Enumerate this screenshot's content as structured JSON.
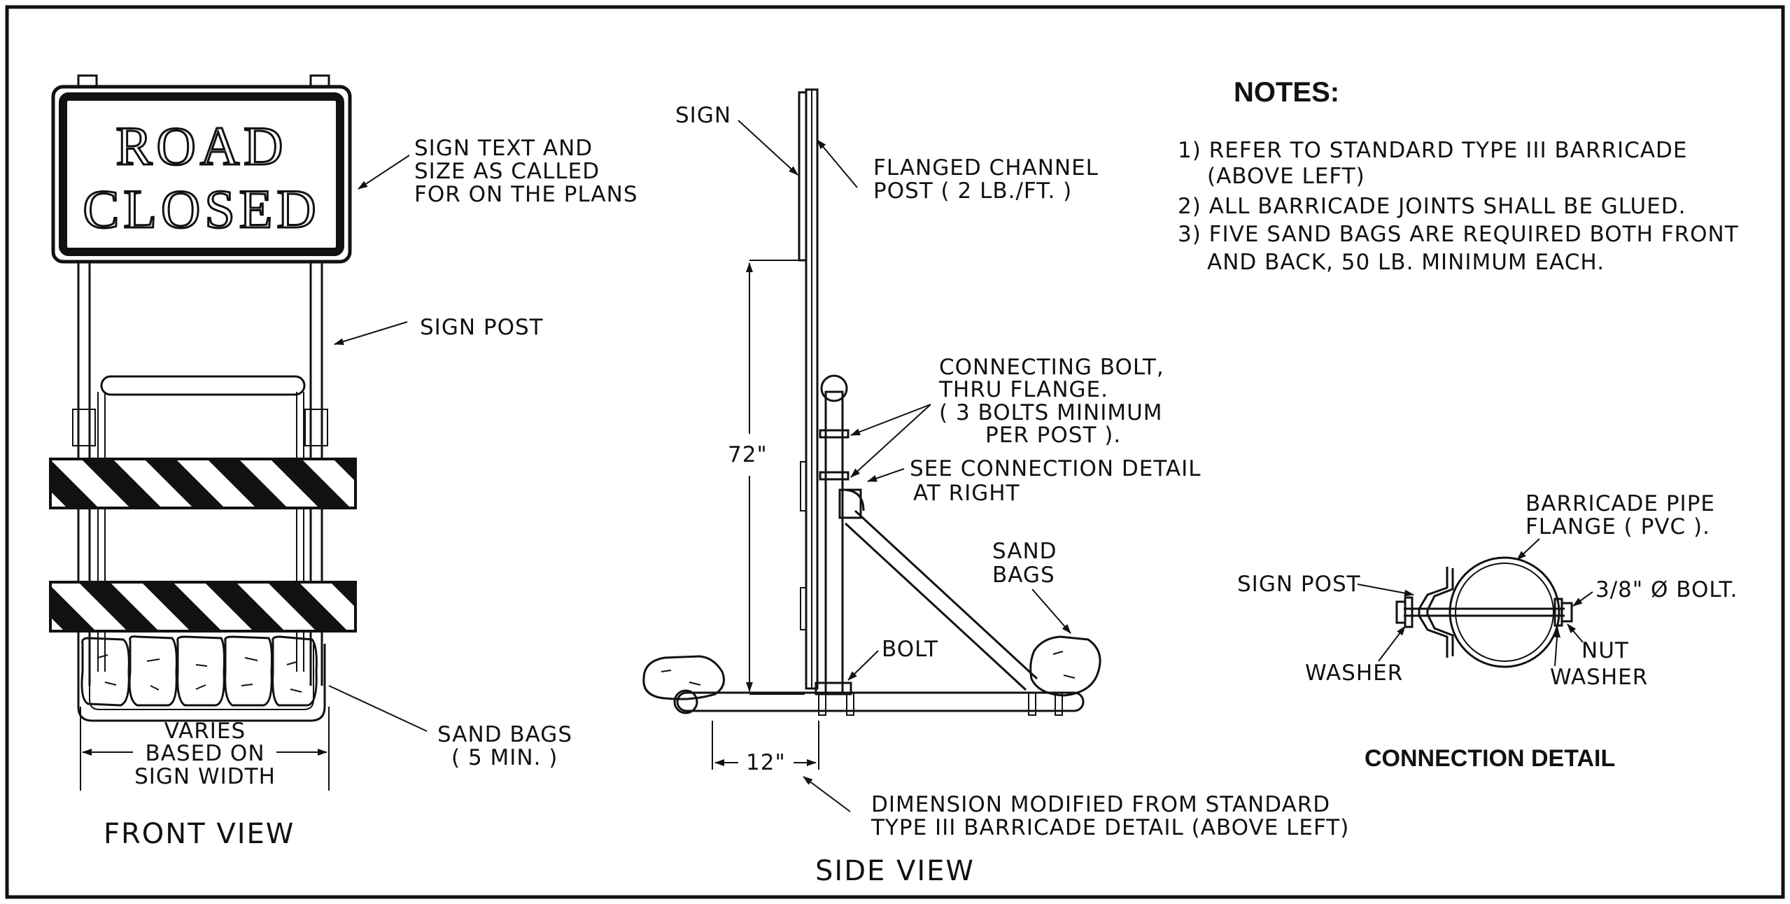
{
  "front_view": {
    "sign_line1": "ROAD",
    "sign_line2": "CLOSED",
    "callout_sign_text": [
      "SIGN TEXT AND",
      "SIZE AS CALLED",
      "FOR ON THE PLANS"
    ],
    "callout_sign_post": "SIGN POST",
    "callout_sand_bags": [
      "SAND BAGS",
      "( 5 MIN. )"
    ],
    "width_dim": [
      "VARIES",
      "BASED ON",
      "SIGN WIDTH"
    ],
    "title": "FRONT VIEW"
  },
  "side_view": {
    "callout_sign": "SIGN",
    "callout_channel": [
      "FLANGED CHANNEL",
      "POST ( 2 LB./FT. )"
    ],
    "height_dim": "72\"",
    "callout_bolt_thru": [
      "CONNECTING BOLT,",
      "THRU FLANGE.",
      "( 3 BOLTS MINIMUM",
      "PER POST )."
    ],
    "callout_connection": [
      "SEE CONNECTION DETAIL",
      "AT RIGHT"
    ],
    "callout_sand_bags": [
      "SAND",
      "BAGS"
    ],
    "callout_bolt": "BOLT",
    "base_dim": "12\"",
    "note_modified": [
      "DIMENSION MODIFIED FROM STANDARD",
      "TYPE III BARRICADE DETAIL (ABOVE LEFT)"
    ],
    "title": "SIDE VIEW"
  },
  "notes": {
    "heading": "NOTES:",
    "items": [
      "1) REFER TO STANDARD TYPE III BARRICADE",
      "(ABOVE LEFT)",
      "2) ALL BARRICADE JOINTS SHALL BE GLUED.",
      "3) FIVE SAND BAGS ARE REQUIRED BOTH FRONT",
      "AND BACK, 50 LB. MINIMUM EACH."
    ]
  },
  "connection_detail": {
    "label_pipe": [
      "BARRICADE PIPE",
      "FLANGE ( PVC )."
    ],
    "label_sign_post": "SIGN POST",
    "label_bolt": "3/8\" Ø BOLT.",
    "label_washer_left": "WASHER",
    "label_nut": "NUT",
    "label_washer_right": "WASHER",
    "title": "CONNECTION DETAIL"
  }
}
